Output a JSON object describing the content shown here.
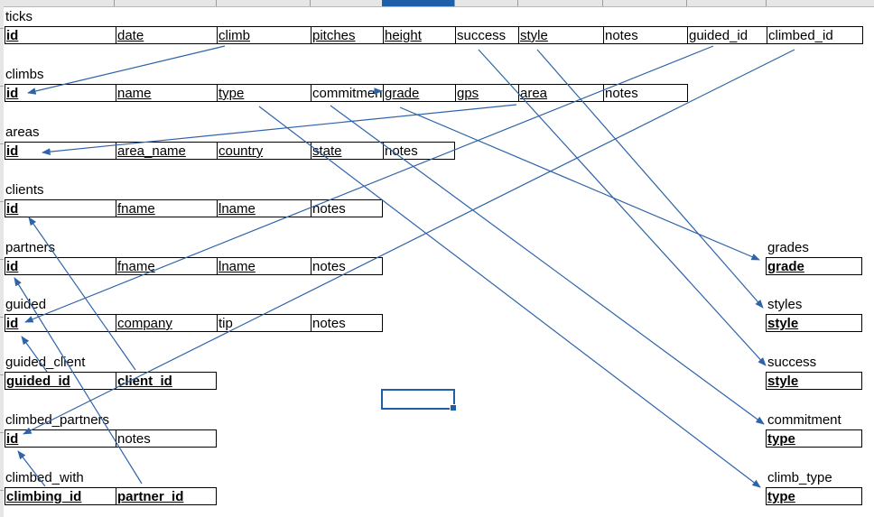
{
  "tables": {
    "ticks": {
      "name": "ticks",
      "cols": [
        {
          "text": "id",
          "style": "ub"
        },
        {
          "text": "date",
          "style": "u"
        },
        {
          "text": "climb",
          "style": "u"
        },
        {
          "text": "pitches",
          "style": "u"
        },
        {
          "text": "height",
          "style": "u"
        },
        {
          "text": "success",
          "style": ""
        },
        {
          "text": "style",
          "style": "u"
        },
        {
          "text": "notes",
          "style": ""
        },
        {
          "text": "guided_id",
          "style": ""
        },
        {
          "text": "climbed_id",
          "style": ""
        }
      ]
    },
    "climbs": {
      "name": "climbs",
      "cols": [
        {
          "text": "id",
          "style": "ub"
        },
        {
          "text": "name",
          "style": "u"
        },
        {
          "text": "type",
          "style": "u"
        },
        {
          "text": "commitment",
          "style": ""
        },
        {
          "text": "grade",
          "style": "u"
        },
        {
          "text": "gps",
          "style": "u"
        },
        {
          "text": "area",
          "style": "u"
        },
        {
          "text": "notes",
          "style": ""
        }
      ]
    },
    "areas": {
      "name": "areas",
      "cols": [
        {
          "text": "id",
          "style": "ub"
        },
        {
          "text": "area_name",
          "style": "u"
        },
        {
          "text": "country",
          "style": "u"
        },
        {
          "text": "state",
          "style": "u"
        },
        {
          "text": "notes",
          "style": ""
        }
      ]
    },
    "clients": {
      "name": "clients",
      "cols": [
        {
          "text": "id",
          "style": "ub"
        },
        {
          "text": "fname",
          "style": "u"
        },
        {
          "text": "lname",
          "style": "u"
        },
        {
          "text": "notes",
          "style": ""
        }
      ]
    },
    "partners": {
      "name": "partners",
      "cols": [
        {
          "text": "id",
          "style": "ub"
        },
        {
          "text": "fname",
          "style": "u"
        },
        {
          "text": "lname",
          "style": "u"
        },
        {
          "text": "notes",
          "style": ""
        }
      ]
    },
    "guided": {
      "name": "guided",
      "cols": [
        {
          "text": "id",
          "style": "ub"
        },
        {
          "text": "company",
          "style": "u"
        },
        {
          "text": "tip",
          "style": ""
        },
        {
          "text": "notes",
          "style": ""
        }
      ]
    },
    "guided_client": {
      "name": "guided_client",
      "cols": [
        {
          "text": "guided_id",
          "style": "ub"
        },
        {
          "text": "client_id",
          "style": "ub"
        }
      ]
    },
    "climbed_partners": {
      "name": "climbed_partners",
      "cols": [
        {
          "text": "id",
          "style": "ub"
        },
        {
          "text": "notes",
          "style": ""
        }
      ]
    },
    "climbed_with": {
      "name": "climbed_with",
      "cols": [
        {
          "text": "climbing_id",
          "style": "ub"
        },
        {
          "text": "partner_id",
          "style": "ub"
        }
      ]
    },
    "grades": {
      "name": "grades",
      "cols": [
        {
          "text": "grade",
          "style": "ub"
        }
      ]
    },
    "styles": {
      "name": "styles",
      "cols": [
        {
          "text": "style",
          "style": "ub"
        }
      ]
    },
    "success": {
      "name": "success",
      "cols": [
        {
          "text": "style",
          "style": "ub"
        }
      ]
    },
    "commitment": {
      "name": "commitment",
      "cols": [
        {
          "text": "type",
          "style": "ub"
        }
      ]
    },
    "climb_type": {
      "name": "climb_type",
      "cols": [
        {
          "text": "type",
          "style": "ub"
        }
      ]
    }
  },
  "relationships": [
    {
      "from": "ticks.climb",
      "to": "climbs.id"
    },
    {
      "from": "ticks.success",
      "to": "success.style"
    },
    {
      "from": "ticks.style",
      "to": "styles.style"
    },
    {
      "from": "ticks.guided_id",
      "to": "guided.id"
    },
    {
      "from": "ticks.climbed_id",
      "to": "climbed_partners.id"
    },
    {
      "from": "climbs.commitment",
      "to": "climbs.grade"
    },
    {
      "from": "climbs.type",
      "to": "climb_type.type"
    },
    {
      "from": "climbs.commitment",
      "to": "commitment.type"
    },
    {
      "from": "climbs.grade",
      "to": "grades.grade"
    },
    {
      "from": "climbs.area",
      "to": "areas.id"
    },
    {
      "from": "guided_client.guided_id",
      "to": "guided.id"
    },
    {
      "from": "guided_client.client_id",
      "to": "clients.id"
    },
    {
      "from": "climbed_with.climbing_id",
      "to": "climbed_partners.id"
    },
    {
      "from": "climbed_with.partner_id",
      "to": "partners.id"
    }
  ],
  "colors": {
    "arrow": "#2e63a8",
    "selection": "#1f5fa8"
  }
}
